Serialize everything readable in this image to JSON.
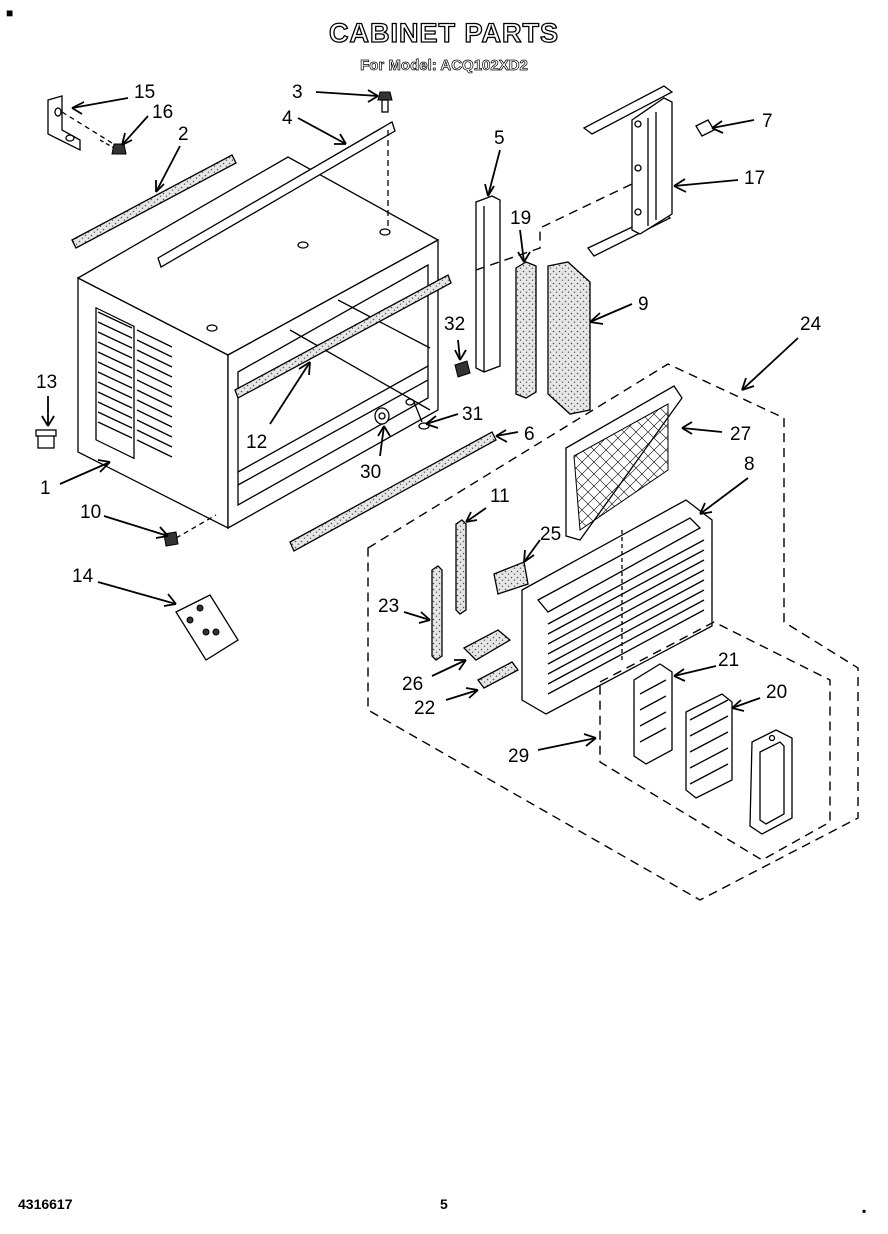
{
  "header": {
    "title": "CABINET PARTS",
    "subtitle": "For Model: ACQ102XD2"
  },
  "footer": {
    "part_number": "4316617",
    "page_number": "5"
  },
  "callouts": [
    "1",
    "2",
    "3",
    "4",
    "5",
    "6",
    "7",
    "8",
    "9",
    "10",
    "11",
    "12",
    "13",
    "14",
    "15",
    "16",
    "17",
    "19",
    "20",
    "21",
    "22",
    "23",
    "24",
    "25",
    "26",
    "27",
    "29",
    "30",
    "31",
    "32"
  ]
}
